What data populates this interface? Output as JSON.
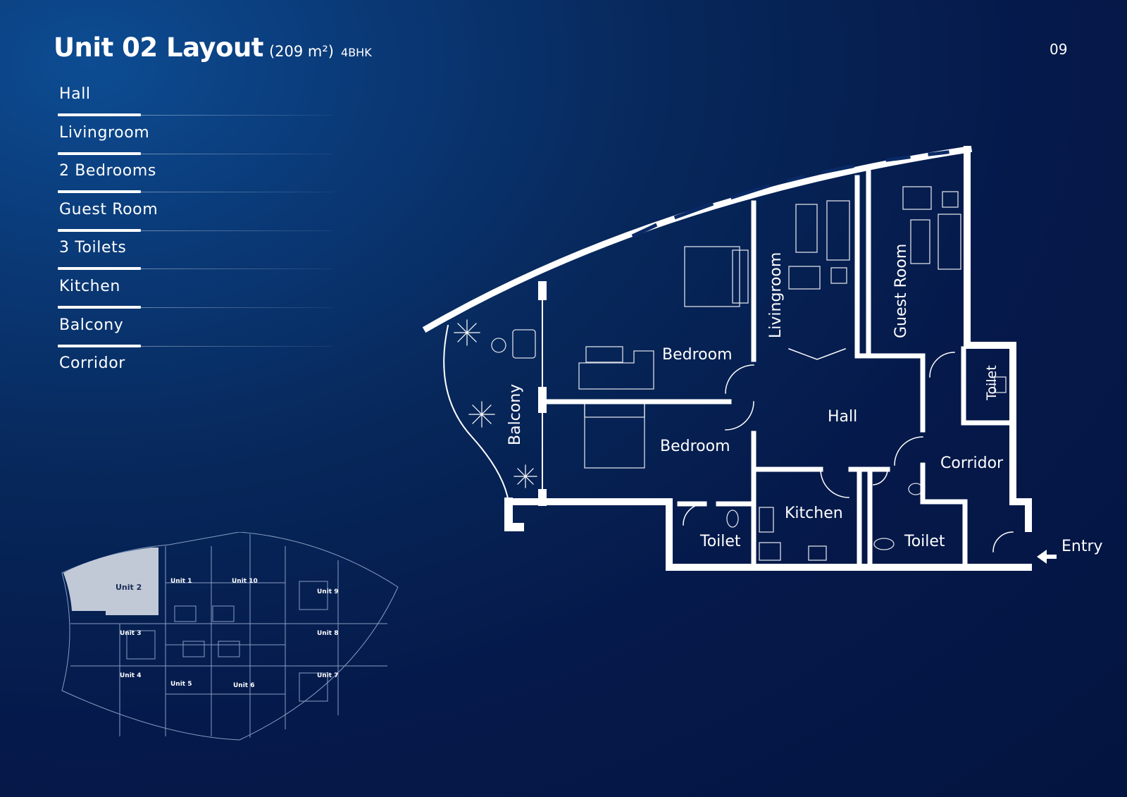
{
  "header": {
    "title": "Unit 02 Layout",
    "area": "(209 m²)",
    "type": "4BHK",
    "page_number": "09"
  },
  "features": [
    "Hall",
    "Livingroom",
    "2 Bedrooms",
    "Guest Room",
    "3 Toilets",
    "Kitchen",
    "Balcony",
    "Corridor"
  ],
  "floor_plan": {
    "rooms": {
      "bedroom_upper": "Bedroom",
      "bedroom_lower": "Bedroom",
      "livingroom": "Livingroom",
      "guest_room": "Guest Room",
      "balcony": "Balcony",
      "hall": "Hall",
      "corridor": "Corridor",
      "kitchen": "Kitchen",
      "toilet_left": "Toilet",
      "toilet_middle": "Toilet",
      "toilet_right": "Toilet"
    },
    "entry_label": "Entry"
  },
  "key_plan": {
    "units": [
      "Unit 1",
      "Unit 10",
      "Unit 2",
      "Unit 9",
      "Unit 3",
      "Unit 8",
      "Unit 4",
      "Unit 5",
      "Unit 6",
      "Unit 7"
    ],
    "highlighted_unit": "Unit 2"
  },
  "colors": {
    "background": "#05194a",
    "accent_light": "#0d4c92",
    "walls": "#ffffff"
  }
}
